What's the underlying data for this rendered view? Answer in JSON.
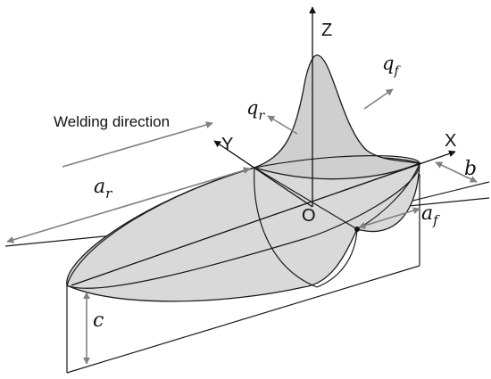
{
  "labels": {
    "axis_z": "Z",
    "axis_y": "Y",
    "axis_x": "X",
    "origin": "O",
    "welding_direction": "Welding direction",
    "q_r": {
      "base": "q",
      "sub": "r"
    },
    "q_f": {
      "base": "q",
      "sub": "f"
    },
    "a_r": {
      "base": "a",
      "sub": "r"
    },
    "a_f": {
      "base": "a",
      "sub": "f"
    },
    "b": "b",
    "c": "c"
  },
  "colors": {
    "fill": "#d9d9d9",
    "stroke": "#1a1a1a",
    "dim_arrow": "#808080"
  }
}
